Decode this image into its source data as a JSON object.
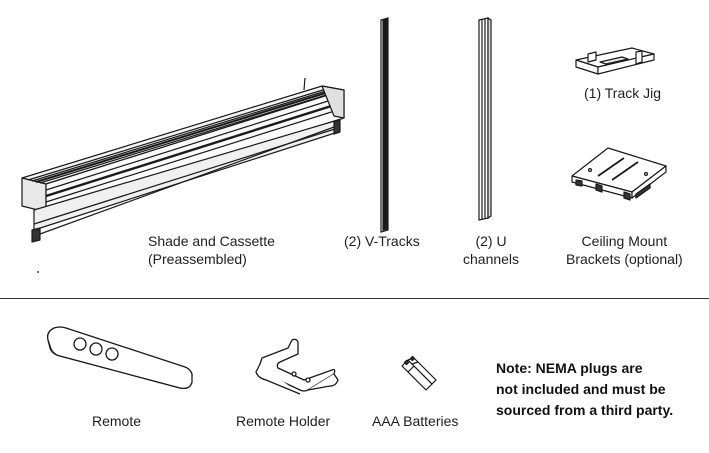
{
  "parts_top": [
    {
      "caption_lines": [
        "Shade and Cassette",
        "(Preassembled)"
      ],
      "icon": "shade-cassette-icon"
    },
    {
      "caption_lines": [
        "(2) V-Tracks"
      ],
      "icon": "v-track-icon"
    },
    {
      "caption_lines": [
        "(2) U",
        "channels"
      ],
      "icon": "u-channel-icon"
    },
    {
      "caption_lines": [
        "(1) Track Jig"
      ],
      "icon": "track-jig-icon"
    },
    {
      "caption_lines": [
        "Ceiling Mount",
        "Brackets (optional)"
      ],
      "icon": "ceiling-bracket-icon"
    }
  ],
  "parts_bottom": [
    {
      "caption_lines": [
        "Remote"
      ],
      "icon": "remote-icon"
    },
    {
      "caption_lines": [
        "Remote Holder"
      ],
      "icon": "remote-holder-icon"
    },
    {
      "caption_lines": [
        "AAA Batteries"
      ],
      "icon": "batteries-icon"
    }
  ],
  "note_lines": [
    "Note: NEMA plugs are",
    "not included and must be",
    "sourced from a third party."
  ],
  "colors": {
    "line": "#1a1a1a",
    "background": "#ffffff"
  }
}
